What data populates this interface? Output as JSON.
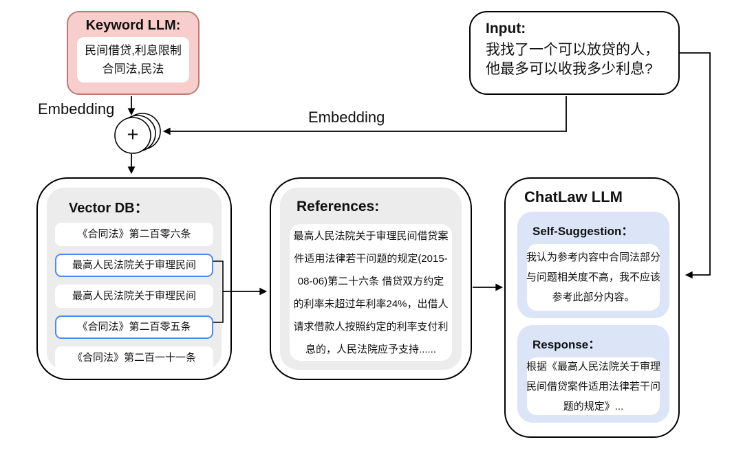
{
  "keyword_llm": {
    "title": "Keyword LLM:",
    "content_lines": [
      "民间借贷,利息限制",
      "合同法,民法"
    ]
  },
  "input_box": {
    "title": "Input:",
    "content_lines": [
      "我找了一个可以放贷的人，",
      "他最多可以收我多少利息?"
    ]
  },
  "labels": {
    "embedding_left": "Embedding",
    "embedding_center": "Embedding",
    "merge_symbol": "+"
  },
  "vector_db": {
    "title": "Vector DB：",
    "items": [
      {
        "text": "《合同法》第二百零六条",
        "highlighted": false
      },
      {
        "text": "最高人民法院关于审理民间",
        "highlighted": true
      },
      {
        "text": "最高人民法院关于审理民间",
        "highlighted": false
      },
      {
        "text": "《合同法》第二百零五条",
        "highlighted": true
      },
      {
        "text": "《合同法》第二百一十一条",
        "highlighted": false
      }
    ]
  },
  "references": {
    "title": "References:",
    "content_lines": [
      "最高人民法院关于审理民间借贷案",
      "件适用法律若干问题的规定(2015-",
      "08-06)第二十六条 借贷双方约定",
      "的利率未超过年利率24%，出借人",
      "请求借款人按照约定的利率支付利",
      "息的，人民法院应予支持......"
    ]
  },
  "chatlaw": {
    "title": "ChatLaw LLM",
    "self_suggestion": {
      "title": "Self-Suggestion：",
      "content_lines": [
        "我认为参考内容中合同法部分",
        "与问题相关度不高，我不应该",
        "参考此部分内容。"
      ]
    },
    "response": {
      "title": "Response：",
      "content_lines": [
        "根据《最高人民法院关于审理",
        "民间借贷案件适用法律若干问",
        "题的规定》..."
      ]
    }
  },
  "colors": {
    "pink_fill": "#f8cecc",
    "pink_border": "#bd7a72",
    "panel_gray": "#ececec",
    "blue_panel": "#dbe5f7",
    "highlight_border": "#4a8cf5"
  }
}
